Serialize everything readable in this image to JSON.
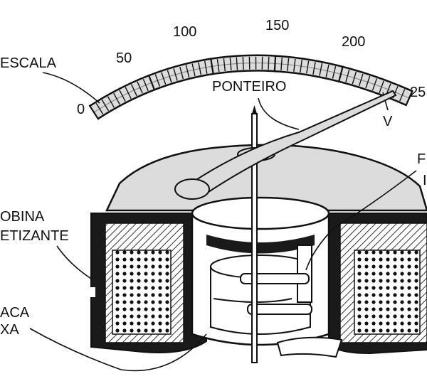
{
  "labels": {
    "escala": "ESCALA",
    "ponteiro": "PONTEIRO",
    "unit": "V",
    "bobina_line1": "OBINA",
    "bobina_line2": "ETIZANTE",
    "caixa_line1": "ACA",
    "caixa_line2": "XA",
    "mola_line1": "F",
    "mola_line2": "I"
  },
  "scale": {
    "ticks": [
      "0",
      "50",
      "100",
      "150",
      "200",
      "25"
    ]
  },
  "colors": {
    "ink": "#111111",
    "dial_fill": "#dcdcdc",
    "core_dark": "#1a1a1a",
    "hatch": "#555555",
    "paper": "#ffffff"
  }
}
